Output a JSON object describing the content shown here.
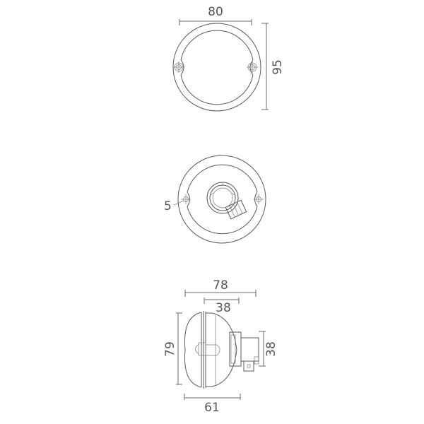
{
  "drawing": {
    "views": [
      {
        "name": "front-view",
        "dimensions": {
          "width": "80",
          "height": "95"
        }
      },
      {
        "name": "rear-view",
        "dimensions": {
          "hole": "5"
        }
      },
      {
        "name": "side-view",
        "dimensions": {
          "overall_depth": "78",
          "housing_depth": "38",
          "height": "79",
          "connector_height": "38",
          "base_depth": "61"
        }
      }
    ]
  },
  "colors": {
    "line": "#5a5a5a",
    "text": "#555555",
    "background": "#ffffff"
  }
}
